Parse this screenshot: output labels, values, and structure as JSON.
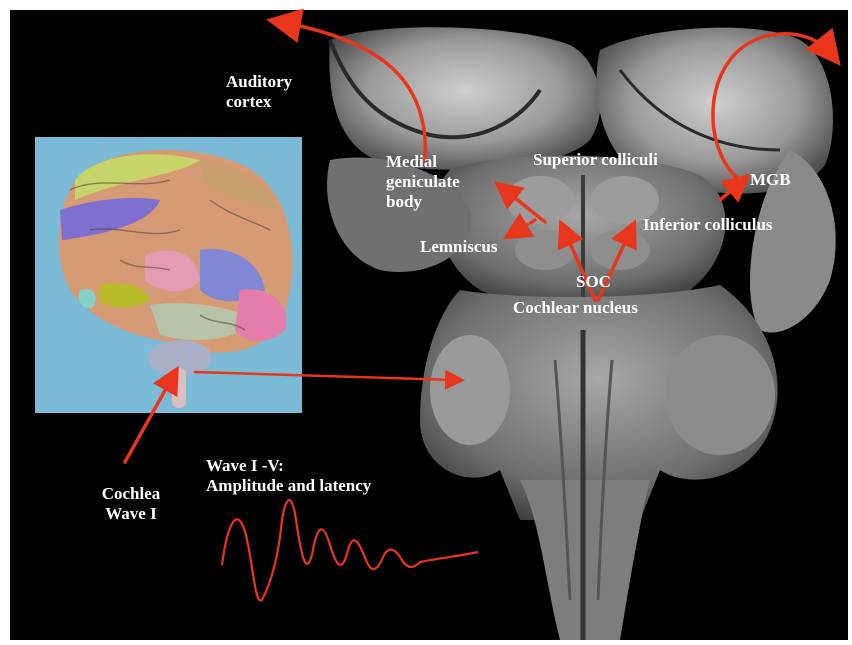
{
  "slide": {
    "colors": {
      "background": "#000000",
      "text": "#ffffff",
      "arrow": "#e8361c",
      "brain_panel_bg": "#7bbbd8",
      "waveform": "#e8361c"
    },
    "labels": {
      "auditory_cortex": [
        "Auditory",
        "cortex"
      ],
      "medial_geniculate_body": [
        "Medial",
        "geniculate",
        "body"
      ],
      "superior_colliculi": "Superior colliculi",
      "mgb": "MGB",
      "inferior_colliculus": "Inferior colliculus",
      "lemniscus": "Lemniscus",
      "soc": "SOC",
      "cochlear_nucleus": "Cochlear nucleus",
      "wave_title": [
        "Wave I -V:",
        "Amplitude and latency"
      ],
      "cochlea": [
        "Cochlea",
        "Wave I"
      ]
    },
    "icons": {
      "brain": "3d-brain-icon",
      "brainstem": "brainstem-photo-icon"
    }
  }
}
